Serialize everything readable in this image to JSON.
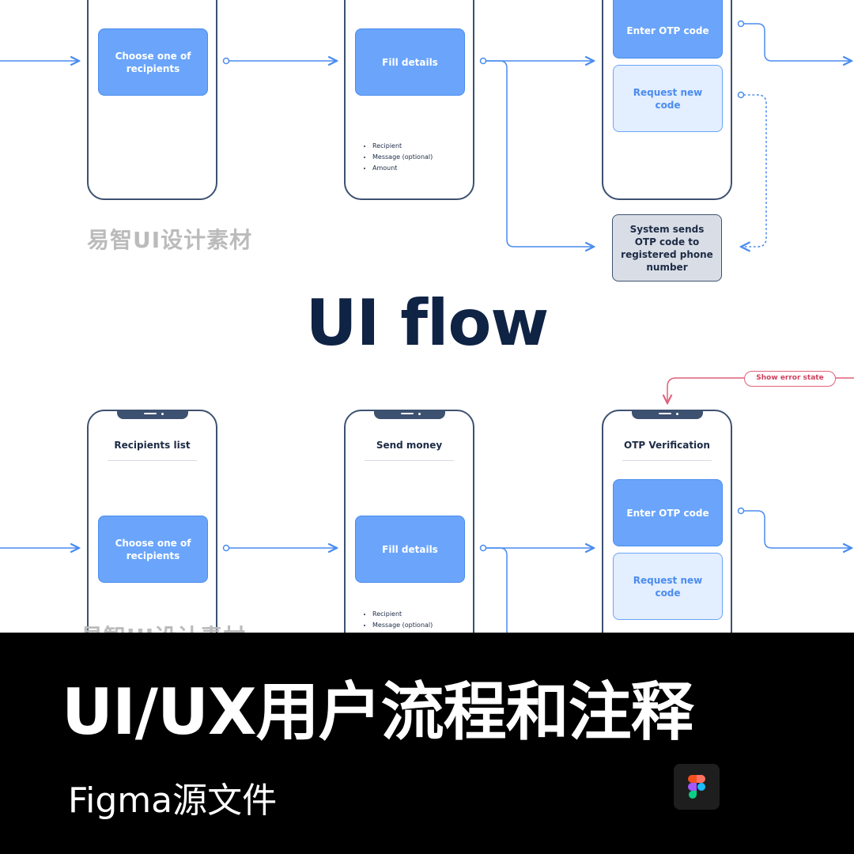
{
  "top_row": {
    "phone1": {
      "card_label": "Choose one of recipients"
    },
    "phone2": {
      "card_label": "Fill details",
      "bullets": [
        "Recipient",
        "Message (optional)",
        "Amount"
      ]
    },
    "phone3": {
      "primary_label": "Enter OTP code",
      "secondary_label": "Request new code"
    },
    "system_box_label": "System sends OTP code to registered phone number"
  },
  "watermark_text": "易智UI设计素材",
  "headline": "UI flow",
  "bottom_row": {
    "error_pill_label": "Show error state",
    "phone1": {
      "title": "Recipients list",
      "card_label": "Choose one of recipients"
    },
    "phone2": {
      "title": "Send money",
      "card_label": "Fill details",
      "bullets": [
        "Recipient",
        "Message (optional)"
      ]
    },
    "phone3": {
      "title": "OTP Verification",
      "primary_label": "Enter OTP code",
      "secondary_label": "Request new code"
    }
  },
  "banner": {
    "title": "UI/UX用户流程和注释",
    "subtitle": "Figma源文件",
    "app_icon": "figma-icon"
  },
  "colors": {
    "flow_line": "#4a8cf0",
    "card_primary": "#6aa5fb",
    "card_secondary": "#e3eefe",
    "phone_outline": "#3d5170",
    "headline": "#0f2344",
    "error": "#e0617a",
    "banner_bg": "#000000"
  }
}
